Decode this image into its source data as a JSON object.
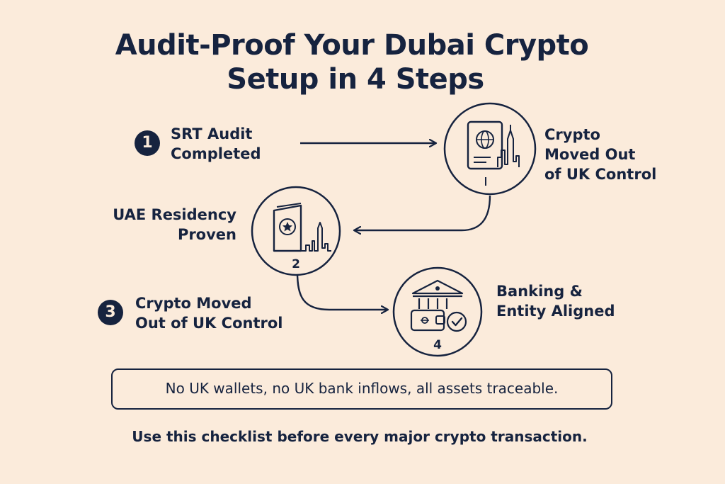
{
  "title": {
    "line1": "Audit-Proof Your Dubai Crypto",
    "line2": "Setup in 4 Steps"
  },
  "steps": [
    {
      "badge": "1",
      "line1": "SRT Audit",
      "line2": "Completed"
    },
    {
      "line1": "Crypto",
      "line2": "Moved Out",
      "line3": "of UK Control",
      "icon": "passport-globe-skyline-icon"
    },
    {
      "line1": "UAE Residency",
      "line2": "Proven",
      "number": "2",
      "icon": "passport-star-skyline-icon"
    },
    {
      "badge": "3",
      "line1": "Crypto Moved",
      "line2": "Out of UK Control"
    },
    {
      "line1": "Banking &",
      "line2": "Entity Aligned",
      "number": "4",
      "icon": "bank-wallet-check-icon"
    }
  ],
  "note": "No UK wallets, no UK bank inflows, all assets traceable.",
  "footer": "Use this checklist before every major crypto transaction.",
  "colors": {
    "background": "#fbebdb",
    "ink": "#16233f"
  }
}
